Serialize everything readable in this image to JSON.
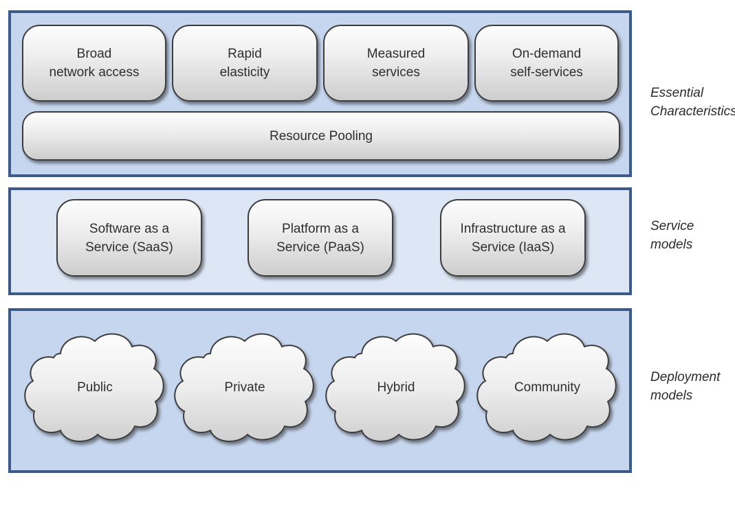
{
  "essential": {
    "boxes": [
      {
        "label": "Broad\nnetwork access"
      },
      {
        "label": "Rapid\nelasticity"
      },
      {
        "label": "Measured\nservices"
      },
      {
        "label": "On-demand\nself-services"
      }
    ],
    "pooling": "Resource Pooling",
    "side_label": "Essential\nCharacteristics"
  },
  "service": {
    "boxes": [
      {
        "label": "Software as a\nService (SaaS)"
      },
      {
        "label": "Platform as a\nService (PaaS)"
      },
      {
        "label": "Infrastructure as a\nService (IaaS)"
      }
    ],
    "side_label": "Service\nmodels"
  },
  "deployment": {
    "clouds": [
      {
        "label": "Public"
      },
      {
        "label": "Private"
      },
      {
        "label": "Hybrid"
      },
      {
        "label": "Community"
      }
    ],
    "side_label": "Deployment\nmodels"
  },
  "colors": {
    "band_border": "#3b5a89",
    "band_fill_dark": "#c6d6ee",
    "band_fill_light": "#dce6f4",
    "box_border": "#3c3c3c"
  }
}
